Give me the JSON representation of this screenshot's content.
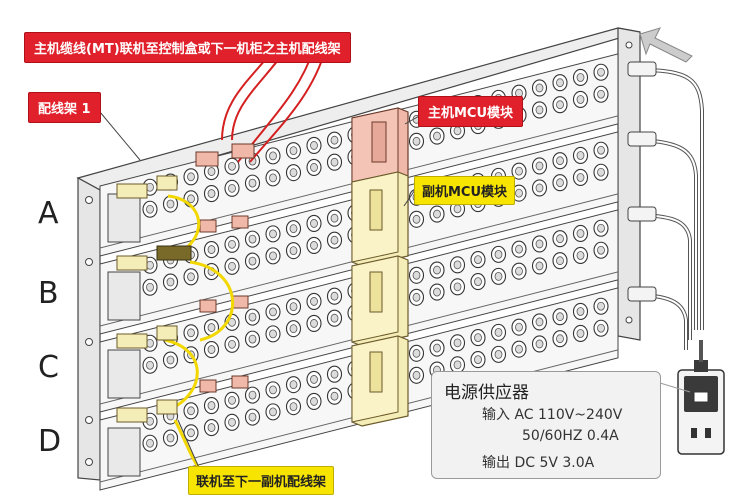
{
  "callouts": {
    "main_cable": "主机缆线(MT)联机至控制盒或下一机柜之主机配线架",
    "patch_panel": "配线架 1",
    "main_mcu": "主机MCU模块",
    "sub_mcu": "副机MCU模块",
    "link_next": "联机至下一副机配线架"
  },
  "rows": [
    "A",
    "B",
    "C",
    "D"
  ],
  "power_supply": {
    "title": "电源供应器",
    "input_label": "输入 AC 110V~240V",
    "input_freq": "50/60HZ 0.4A",
    "output_label": "输出 DC 5V 3.0A"
  },
  "colors": {
    "callout_red": "#e0202a",
    "callout_yellow": "#f7e400",
    "cable_yellow": "#f2d800",
    "cable_red": "#d42020",
    "module_red": "#f0b8a8",
    "module_yellow": "#f4edb8"
  }
}
